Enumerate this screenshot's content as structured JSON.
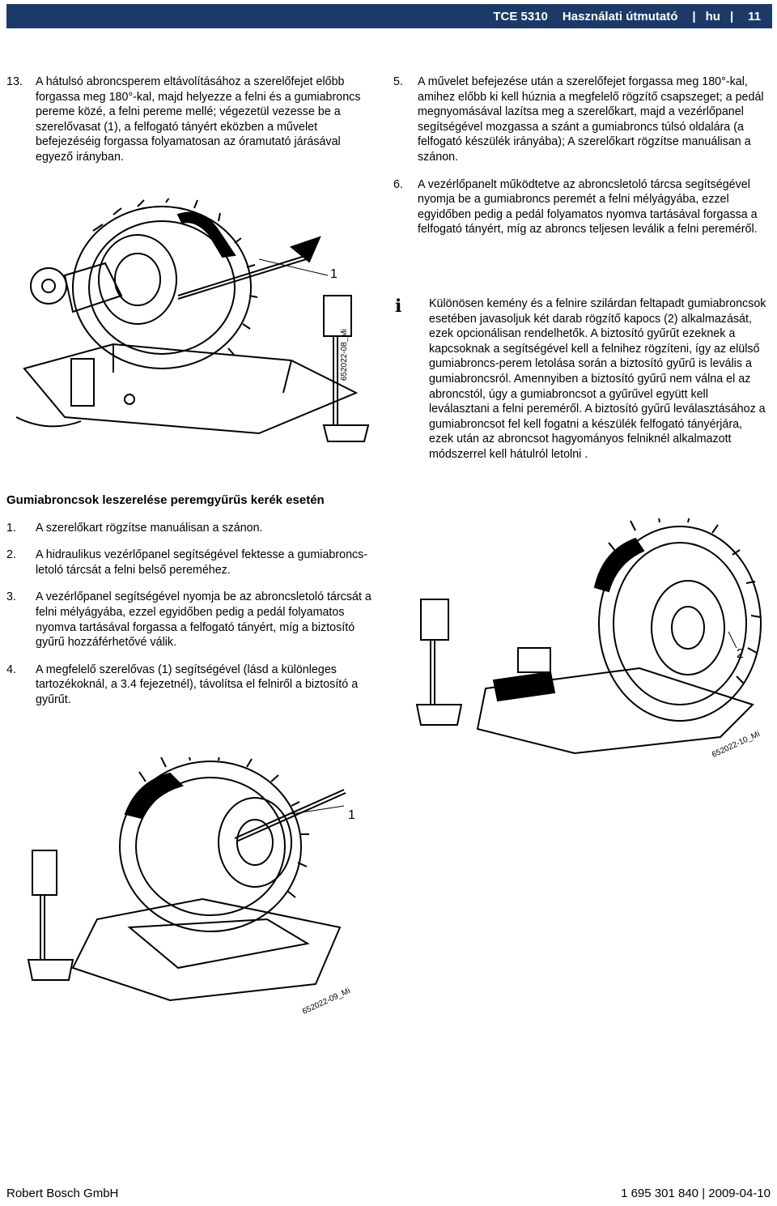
{
  "header": {
    "product": "TCE 5310",
    "title": "Használati útmutató",
    "lang": "hu",
    "page": "11"
  },
  "left_column": {
    "step13": {
      "num": "13.",
      "text": "A hátulsó abroncsperem eltávolításához a szerelőfejet előbb forgassa meg 180°-kal, majd helyezze a felni és a gumiabroncs pereme közé, a felni pereme mellé; végezetül vezesse be a szerelővasat (1), a felfogató tányért eközben a művelet befejezéséig forgassa folyamatosan az óramutató járásával egyező irányban."
    },
    "figure1": {
      "label": "1",
      "code": "652022-08_Mi"
    },
    "heading": "Gumiabroncsok leszerelése peremgyűrűs kerék esetén",
    "steps": [
      {
        "num": "1.",
        "text": "A szerelőkart rögzítse manuálisan a szánon."
      },
      {
        "num": "2.",
        "text": "A hidraulikus vezérlőpanel segítségével fektesse a gumiabroncs-letoló tárcsát a felni belső pereméhez."
      },
      {
        "num": "3.",
        "text": "A vezérlőpanel segítségével nyomja be az abroncsletoló tárcsát a felni mélyágyába, ezzel egyidőben pedig a pedál folyamatos nyomva tartásával forgassa a felfogató tányért, míg a biztosító gyűrű hozzáférhetővé válik."
      },
      {
        "num": "4.",
        "text": "A megfelelő szerelővas (1) segítségével (lásd a különleges tartozékoknál, a 3.4 fejezetnél), távolítsa el felniről a biztosító a gyűrűt."
      }
    ],
    "figure3": {
      "label": "1",
      "code": "652022-09_Mi"
    }
  },
  "right_column": {
    "steps": [
      {
        "num": "5.",
        "text": "A művelet befejezése után a szerelőfejet forgassa meg 180°-kal, amihez előbb ki kell húznia a megfelelő rögzítő csapszeget; a pedál megnyomásával lazítsa meg a szerelőkart, majd a vezérlőpanel segítségével mozgassa a szánt a gumiabroncs túlsó oldalára (a felfogató készülék irányába); A szerelőkart rögzítse manuálisan a szánon."
      },
      {
        "num": "6.",
        "text": "A vezérlőpanelt működtetve az abroncsletoló tárcsa segítségével nyomja be a gumiabroncs peremét a felni mélyágyába, ezzel egyidőben pedig a pedál folyamatos nyomva tartásával forgassa a felfogató tányért, míg az abroncs teljesen leválik a felni pereméről."
      }
    ],
    "note": "Különösen kemény és a felnire szilárdan feltapadt gumiabroncsok esetében javasoljuk két darab rögzítő kapocs (2) alkalmazását, ezek opcionálisan rendelhetők. A biztosító gyűrűt ezeknek a kapcsoknak a segítségével kell a felnihez rögzíteni, így az elülső gumiabroncs-perem letolása során a biztosító gyűrű is levális a gumiabroncsról. Amennyiben a biztosító gyűrű nem válna el az abroncstól, úgy a gumiabroncsot a gyűrűvel együtt kell leválasztani a felni pereméről. A biztosító gyűrű leválasztásához a gumiabroncsot fel kell fogatni a készülék felfogató tányérjára, ezek után az abroncsot hagyományos felniknél alkalmazott módszerrel kell hátulról letolni .",
    "note_icon": "info-icon",
    "figure2": {
      "label": "2",
      "code": "652022-10_Mi"
    }
  },
  "footer": {
    "company": "Robert Bosch GmbH",
    "doc_number": "1 695 301 840",
    "date": "2009-04-10"
  }
}
